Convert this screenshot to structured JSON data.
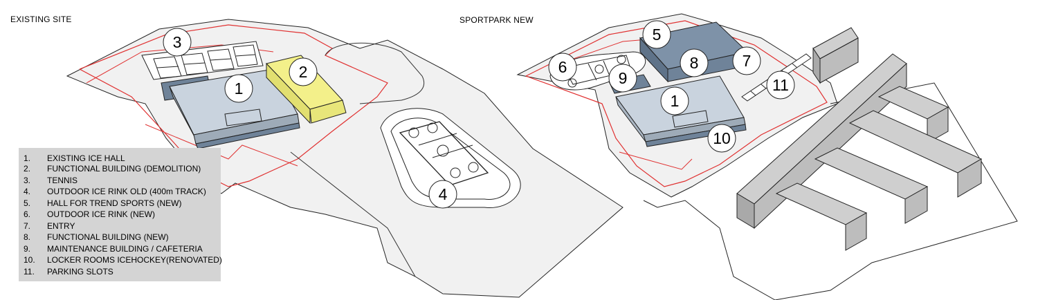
{
  "titles": {
    "left": "EXISTING SITE",
    "right": "SPORTPARK NEW"
  },
  "legend": [
    {
      "num": "1.",
      "text": "EXISTING ICE HALL"
    },
    {
      "num": "2.",
      "text": "FUNCTIONAL BUILDING (DEMOLITION)"
    },
    {
      "num": "3.",
      "text": "TENNIS"
    },
    {
      "num": "4.",
      "text": "OUTDOOR ICE RINK OLD (400m TRACK)"
    },
    {
      "num": "5.",
      "text": "HALL FOR TREND SPORTS (NEW)"
    },
    {
      "num": "6.",
      "text": "OUTDOOR ICE RINK (NEW)"
    },
    {
      "num": "7.",
      "text": "ENTRY"
    },
    {
      "num": "8.",
      "text": "FUNCTIONAL BUILDING (NEW)"
    },
    {
      "num": "9.",
      "text": "MAINTENANCE BUILDING / CAFETERIA"
    },
    {
      "num": "10.",
      "text": "LOCKER ROOMS ICEHOCKEY(RENOVATED)"
    },
    {
      "num": "11.",
      "text": "PARKING SLOTS"
    }
  ],
  "markers": {
    "left": [
      "1",
      "2",
      "3",
      "4"
    ],
    "right": [
      "1",
      "5",
      "6",
      "7",
      "8",
      "9",
      "10",
      "11"
    ]
  },
  "colors": {
    "site_fill": "#f1f1f1",
    "boundary_red": "#e03030",
    "hall_light": "#c9d3de",
    "hall_dark": "#6f8399",
    "demolition_yellow": "#f3f08a",
    "neighbour_grey": "#bdbdbd",
    "legend_bg": "#d4d4d4"
  }
}
